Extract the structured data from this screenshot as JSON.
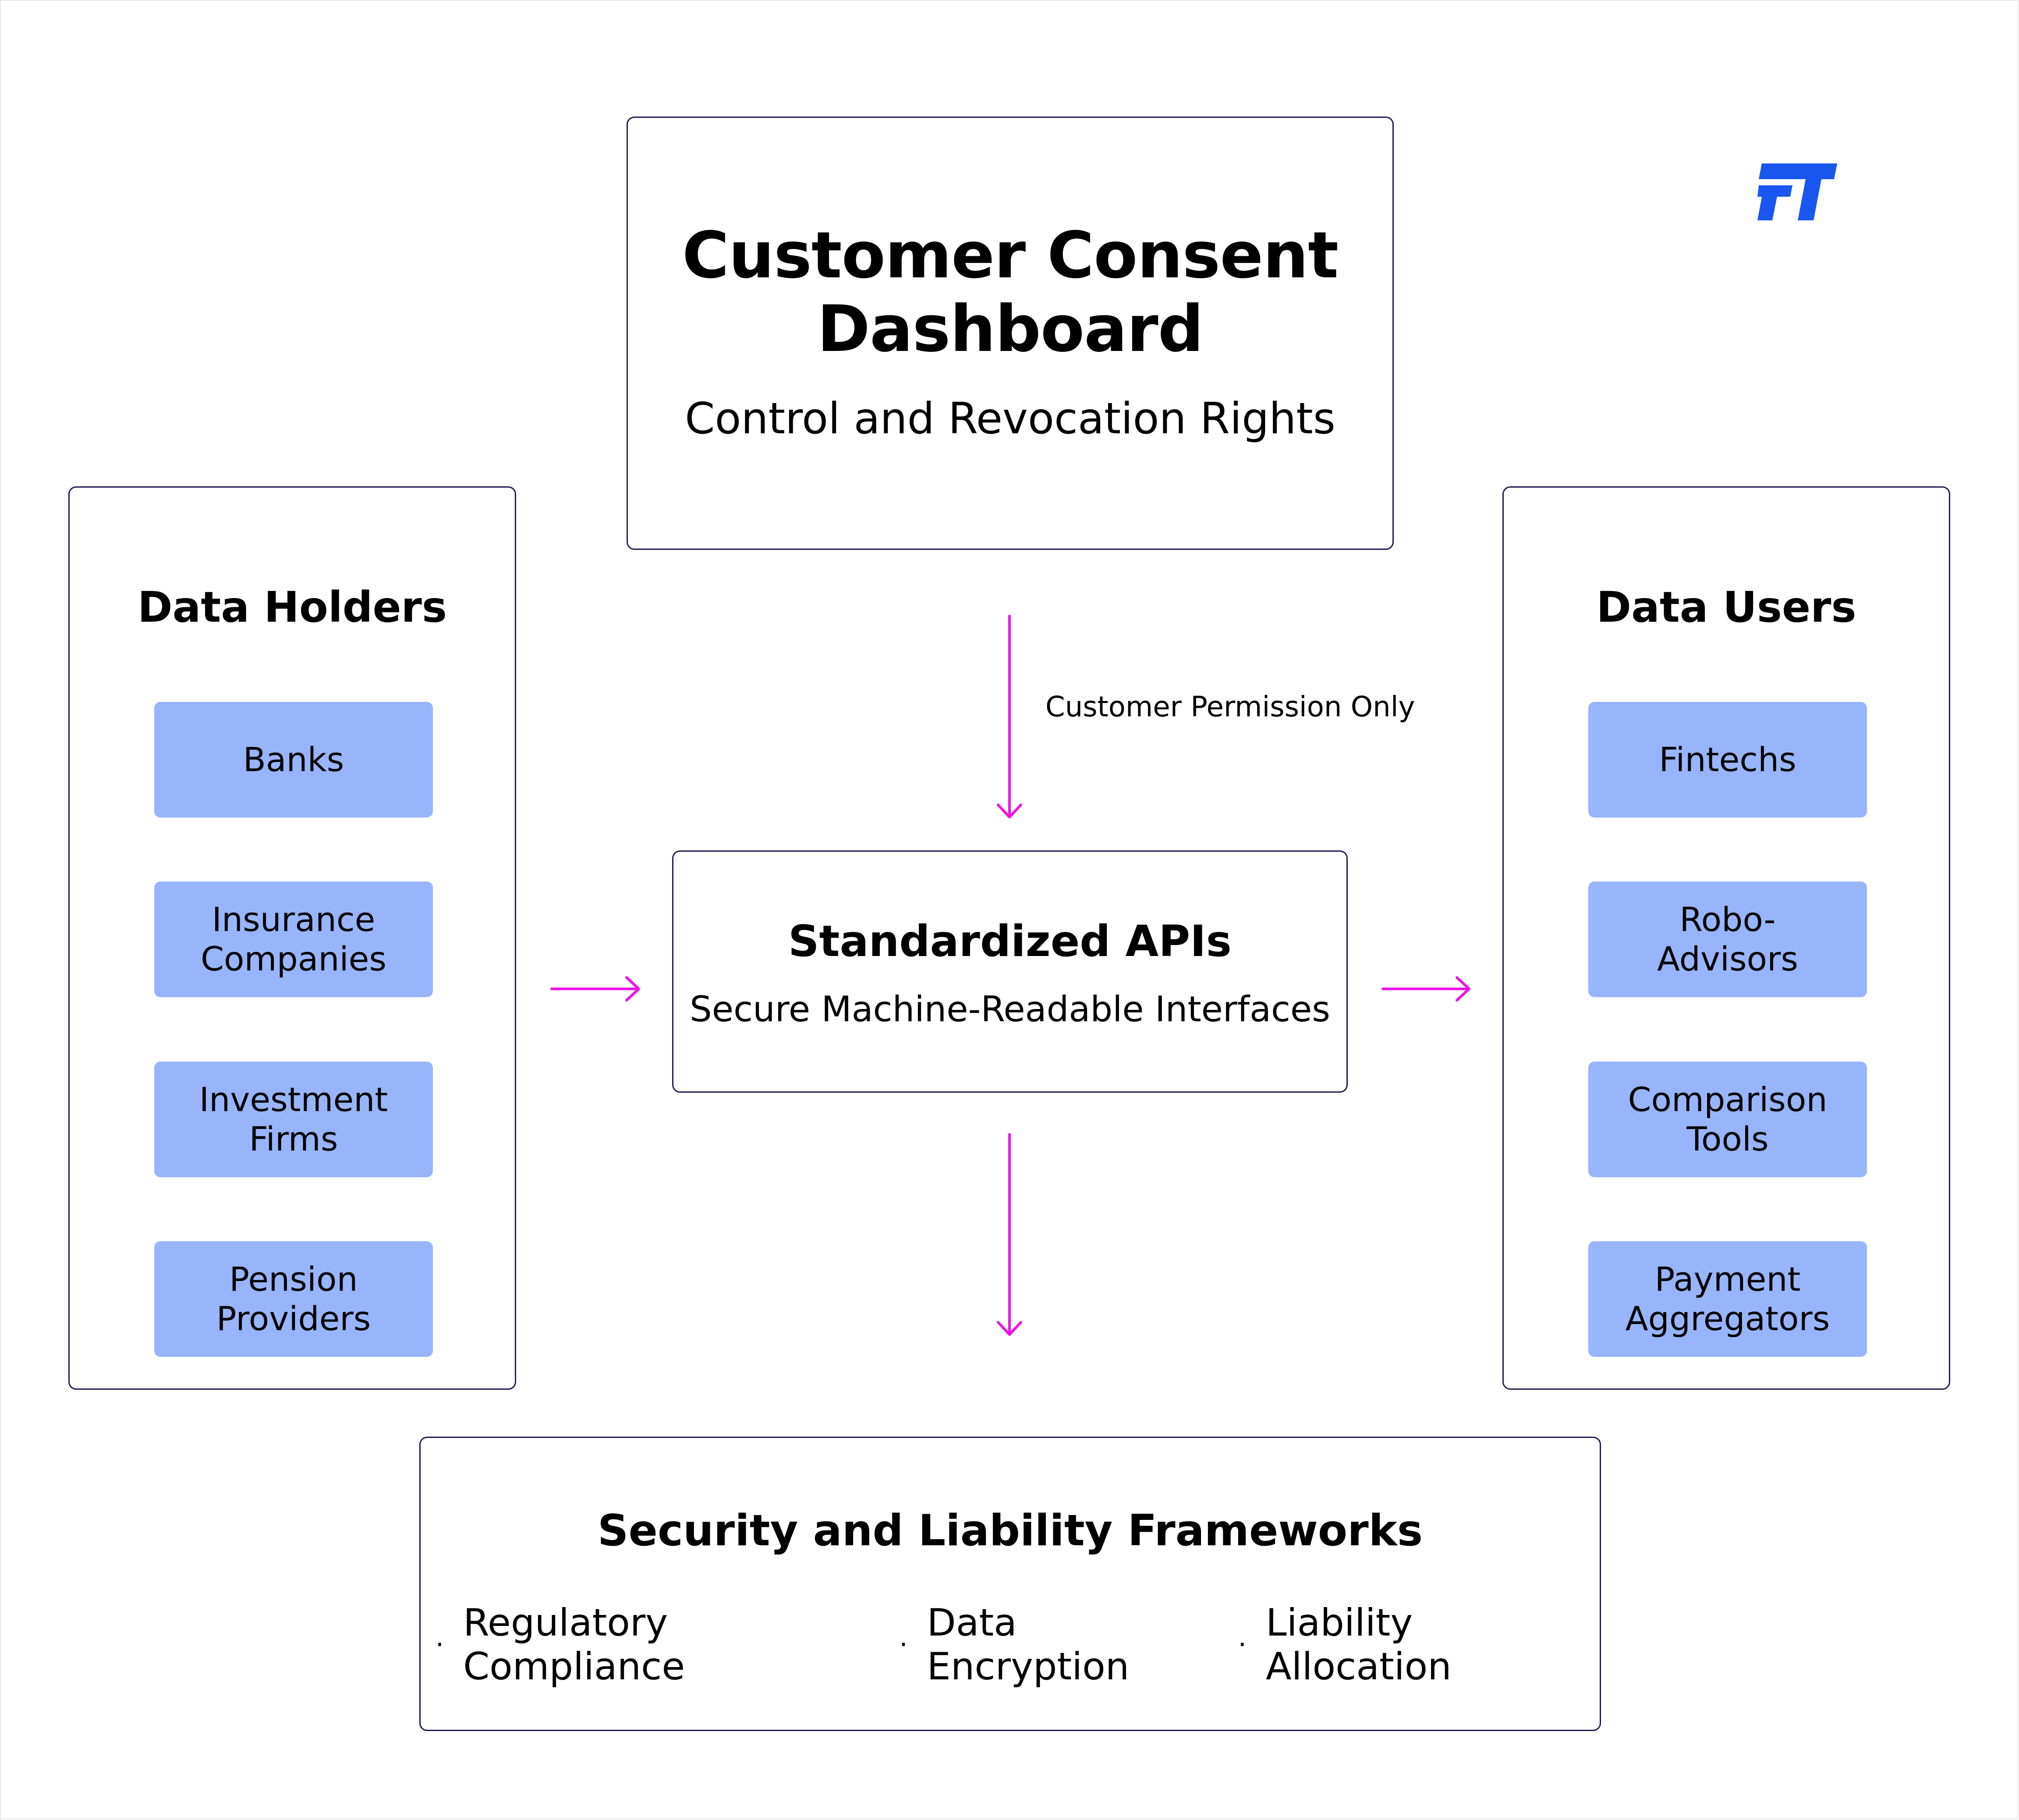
{
  "dashboard": {
    "title_line1": "Customer Consent",
    "title_line2": "Dashboard",
    "subtitle": "Control and Revocation Rights"
  },
  "arrow_label": "Customer Permission Only",
  "data_holders": {
    "title": "Data Holders",
    "items": [
      {
        "line1": "Banks",
        "line2": ""
      },
      {
        "line1": "Insurance",
        "line2": "Companies"
      },
      {
        "line1": "Investment",
        "line2": "Firms"
      },
      {
        "line1": "Pension",
        "line2": "Providers"
      }
    ]
  },
  "data_users": {
    "title": "Data Users",
    "items": [
      {
        "line1": "Fintechs",
        "line2": ""
      },
      {
        "line1": "Robo-",
        "line2": "Advisors"
      },
      {
        "line1": "Comparison",
        "line2": "Tools"
      },
      {
        "line1": "Payment",
        "line2": "Aggregators"
      }
    ]
  },
  "apis": {
    "title": "Standardized APIs",
    "subtitle": "Secure Machine-Readable Interfaces"
  },
  "frameworks": {
    "title": "Security and Liability Frameworks",
    "items": [
      "Regulatory Compliance",
      "Data Encryption",
      "Liability Allocation"
    ],
    "bullet": "·"
  },
  "colors": {
    "border": "#1e1a4f",
    "chip": "#98b5fc",
    "arrow": "#ee12e8",
    "logo": "#1a56f0"
  },
  "icons": {
    "logo": "ft-logo-icon"
  }
}
